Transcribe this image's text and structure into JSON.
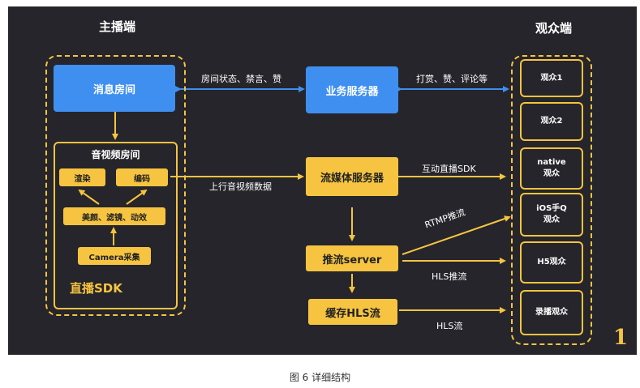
{
  "titles": {
    "anchor": "主播端",
    "audience": "观众端"
  },
  "anchor": {
    "message_room": "消息房间",
    "av_room": "音视频房间",
    "render": "渲染",
    "encode": "编码",
    "effects": "美颜、滤镜、动效",
    "camera": "Camera采集",
    "sdk": "直播SDK"
  },
  "servers": {
    "business": "业务服务器",
    "media": "流媒体服务器",
    "push": "推流server",
    "hls_cache": "缓存HLS流"
  },
  "edge_labels": {
    "room_status": "房间状态、禁言、赞",
    "reward": "打赏、赞、评论等",
    "upstream": "上行音视频数据",
    "interactive_sdk": "互动直播SDK",
    "rtmp": "RTMP推流",
    "hls_push": "HLS推流",
    "hls_stream": "HLS流"
  },
  "audience": [
    {
      "line1": "观众1",
      "line2": ""
    },
    {
      "line1": "观众2",
      "line2": ""
    },
    {
      "line1": "native",
      "line2": "观众"
    },
    {
      "line1": "iOS手Q",
      "line2": "观众"
    },
    {
      "line1": "H5观众",
      "line2": ""
    },
    {
      "line1": "录播观众",
      "line2": ""
    }
  ],
  "colors": {
    "background": "#25252b",
    "accent": "#f6c440",
    "blue": "#3f8ff0"
  },
  "corner_mark": "1",
  "caption": "图 6 详细结构"
}
